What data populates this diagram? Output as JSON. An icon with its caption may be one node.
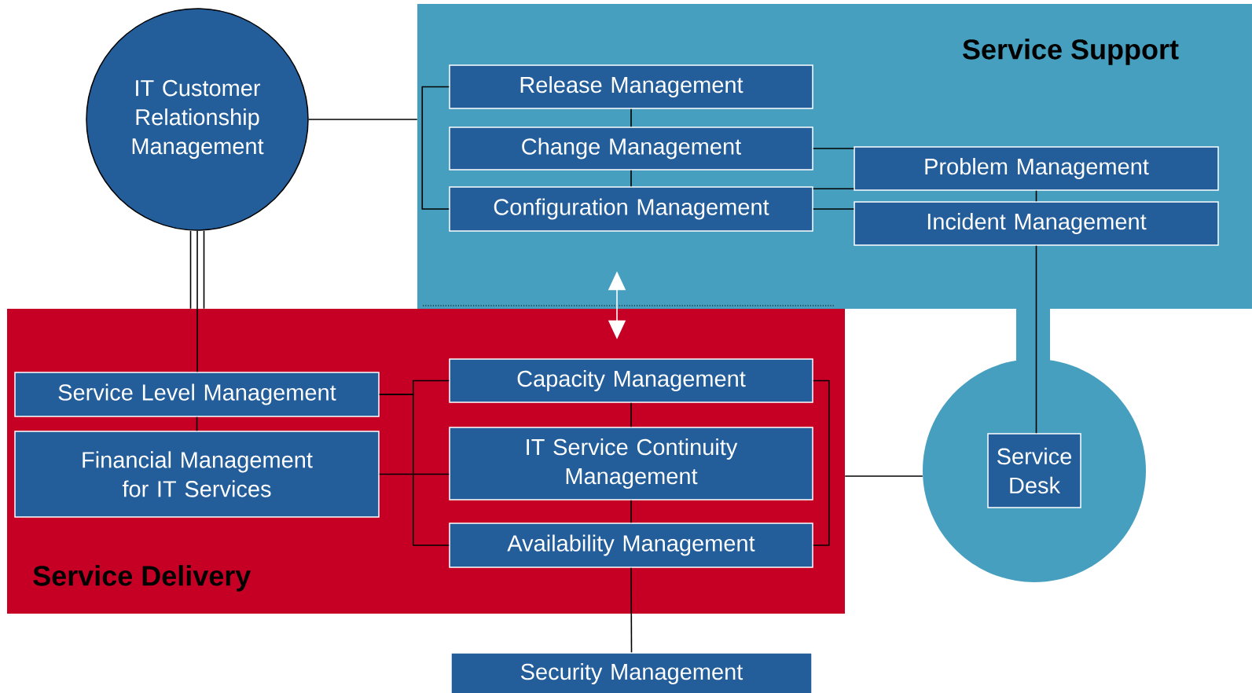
{
  "diagram": {
    "nodes": [
      {
        "text": [
          "IT Customer Relationship Management"
        ]
      },
      {
        "text": [
          "Service Support"
        ]
      },
      {
        "text": [
          "Release Management"
        ],
        "in": 1
      },
      {
        "text": [
          "Change Management"
        ],
        "in": 1
      },
      {
        "text": [
          "Configuration Management"
        ],
        "in": 1
      },
      {
        "text": [
          "Problem Management"
        ],
        "in": 1
      },
      {
        "text": [
          "Incident Management"
        ],
        "in": 1
      },
      {
        "text": [
          "Service Delivery"
        ]
      },
      {
        "text": [
          "Service Level Management"
        ],
        "in": 7
      },
      {
        "text": [
          "Financial Management for IT Services"
        ],
        "in": 7
      },
      {
        "text": [
          "Capacity Management"
        ],
        "in": 7
      },
      {
        "text": [
          "IT Service Continuity Management"
        ],
        "in": 7
      },
      {
        "text": [
          "Availability Management"
        ],
        "in": 7
      },
      {
        "text": [],
        "shape": "circle"
      },
      {
        "text": [
          "Service Desk"
        ],
        "in": 13
      },
      {
        "text": [
          "Security Management"
        ]
      }
    ],
    "edges": [
      {
        "from": 0,
        "to": 1,
        "arrow": "none"
      },
      {
        "from": 2,
        "to": 4,
        "arrow": "none"
      },
      {
        "from": 2,
        "to": 3,
        "arrow": "none"
      },
      {
        "from": 3,
        "to": 4,
        "arrow": "none"
      },
      {
        "from": 3,
        "to": 5,
        "arrow": "none"
      },
      {
        "from": 4,
        "to": 5,
        "arrow": "none"
      },
      {
        "from": 4,
        "to": 6,
        "arrow": "none"
      },
      {
        "from": 5,
        "to": 6,
        "arrow": "none"
      },
      {
        "from": 6,
        "to": 14,
        "arrow": "none"
      },
      {
        "from": 0,
        "to": 7,
        "arrow": "none"
      },
      {
        "from": 0,
        "to": 8,
        "arrow": "none"
      },
      {
        "from": 8,
        "to": 9,
        "arrow": "none"
      },
      {
        "from": 8,
        "to": 10,
        "arrow": "none"
      },
      {
        "from": 8,
        "to": 12,
        "arrow": "none"
      },
      {
        "from": 9,
        "to": 11,
        "arrow": "none"
      },
      {
        "from": 10,
        "to": 11,
        "arrow": "none"
      },
      {
        "from": 11,
        "to": 12,
        "arrow": "none"
      },
      {
        "from": 10,
        "to": 12,
        "arrow": "none"
      },
      {
        "from": 7,
        "to": 13,
        "arrow": "none"
      },
      {
        "from": 12,
        "to": 15,
        "arrow": "none"
      },
      {
        "from": 1,
        "to": 7,
        "arrow": "both",
        "color": "#ffffff"
      }
    ]
  }
}
